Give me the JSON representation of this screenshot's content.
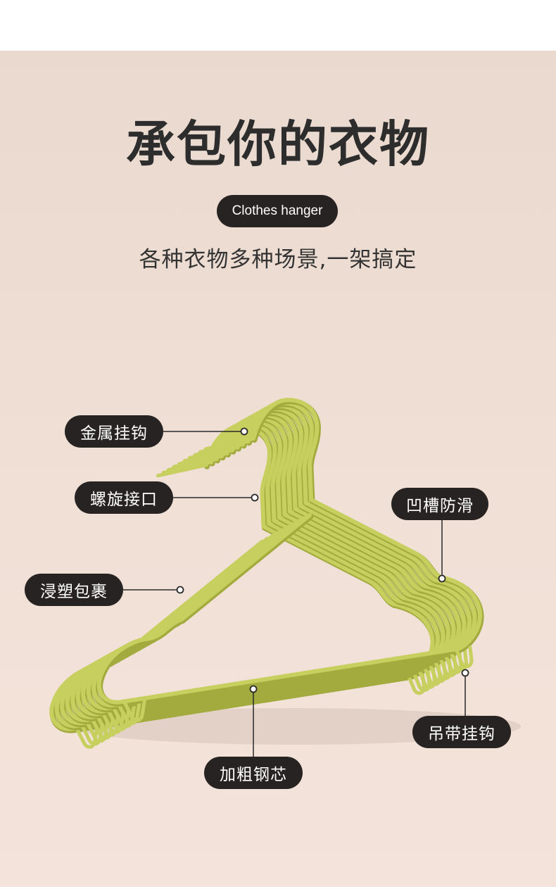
{
  "header": {
    "title": "承包你的衣物",
    "badge": "Clothes hanger",
    "subtitle": "各种衣物多种场景,一架搞定"
  },
  "callouts": {
    "metal_hook": "金属挂钩",
    "screw_joint": "螺旋接口",
    "groove_antislip": "凹槽防滑",
    "dip_coating": "浸塑包裹",
    "strap_hook": "吊带挂钩",
    "thick_steel_core": "加粗钢芯"
  },
  "colors": {
    "background": "#ecdbd1",
    "hanger": "#c7cf5e",
    "hanger_shadow": "#a3ab3e",
    "label_bg": "#272322",
    "label_text": "#ffffff"
  }
}
